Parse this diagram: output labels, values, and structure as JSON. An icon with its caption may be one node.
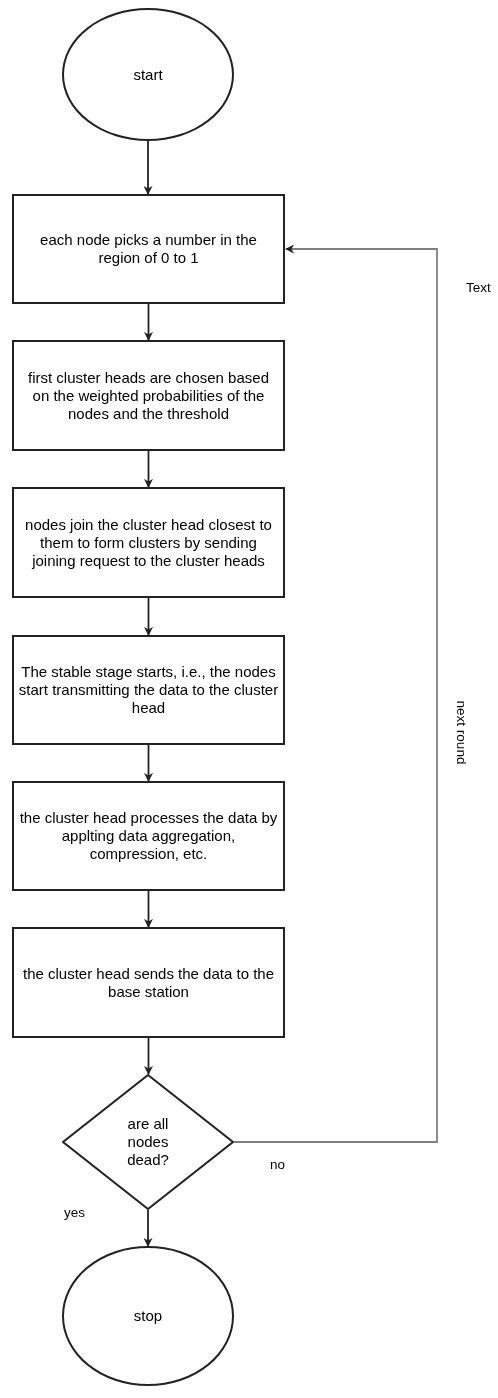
{
  "diagram": {
    "nodes": [
      {
        "text": [
          "start"
        ]
      },
      {
        "text": [
          "each node picks a number in the region of 0 to 1"
        ]
      },
      {
        "text": [
          "first cluster heads are chosen based on the weighted probabilities of the nodes and the threshold"
        ]
      },
      {
        "text": [
          "nodes join the cluster head closest to them to form clusters by sending joining request to the cluster heads"
        ]
      },
      {
        "text": [
          "The stable stage starts, i.e., the nodes start transmitting the data to the cluster head"
        ]
      },
      {
        "text": [
          "the cluster head processes the data by applting data aggregation, compression, etc."
        ]
      },
      {
        "text": [
          "the cluster head sends the data to the base station"
        ]
      },
      {
        "text": [
          "are all nodes dead?"
        ]
      },
      {
        "text": [
          "stop"
        ]
      }
    ],
    "edges": [
      {
        "from": 0,
        "to": 1,
        "arrow": "to"
      },
      {
        "from": 1,
        "to": 2,
        "arrow": "to"
      },
      {
        "from": 2,
        "to": 3,
        "arrow": "to"
      },
      {
        "from": 3,
        "to": 4,
        "arrow": "to"
      },
      {
        "from": 4,
        "to": 5,
        "arrow": "to"
      },
      {
        "from": 5,
        "to": 6,
        "arrow": "to"
      },
      {
        "from": 6,
        "to": 7,
        "arrow": "to"
      },
      {
        "from": 7,
        "to": 8,
        "label": "yes",
        "arrow": "to"
      },
      {
        "from": 7,
        "to": 1,
        "label": "no",
        "arrow": "to",
        "color": "#7f7f7f"
      }
    ],
    "labels": [
      "Text",
      "next round"
    ]
  }
}
